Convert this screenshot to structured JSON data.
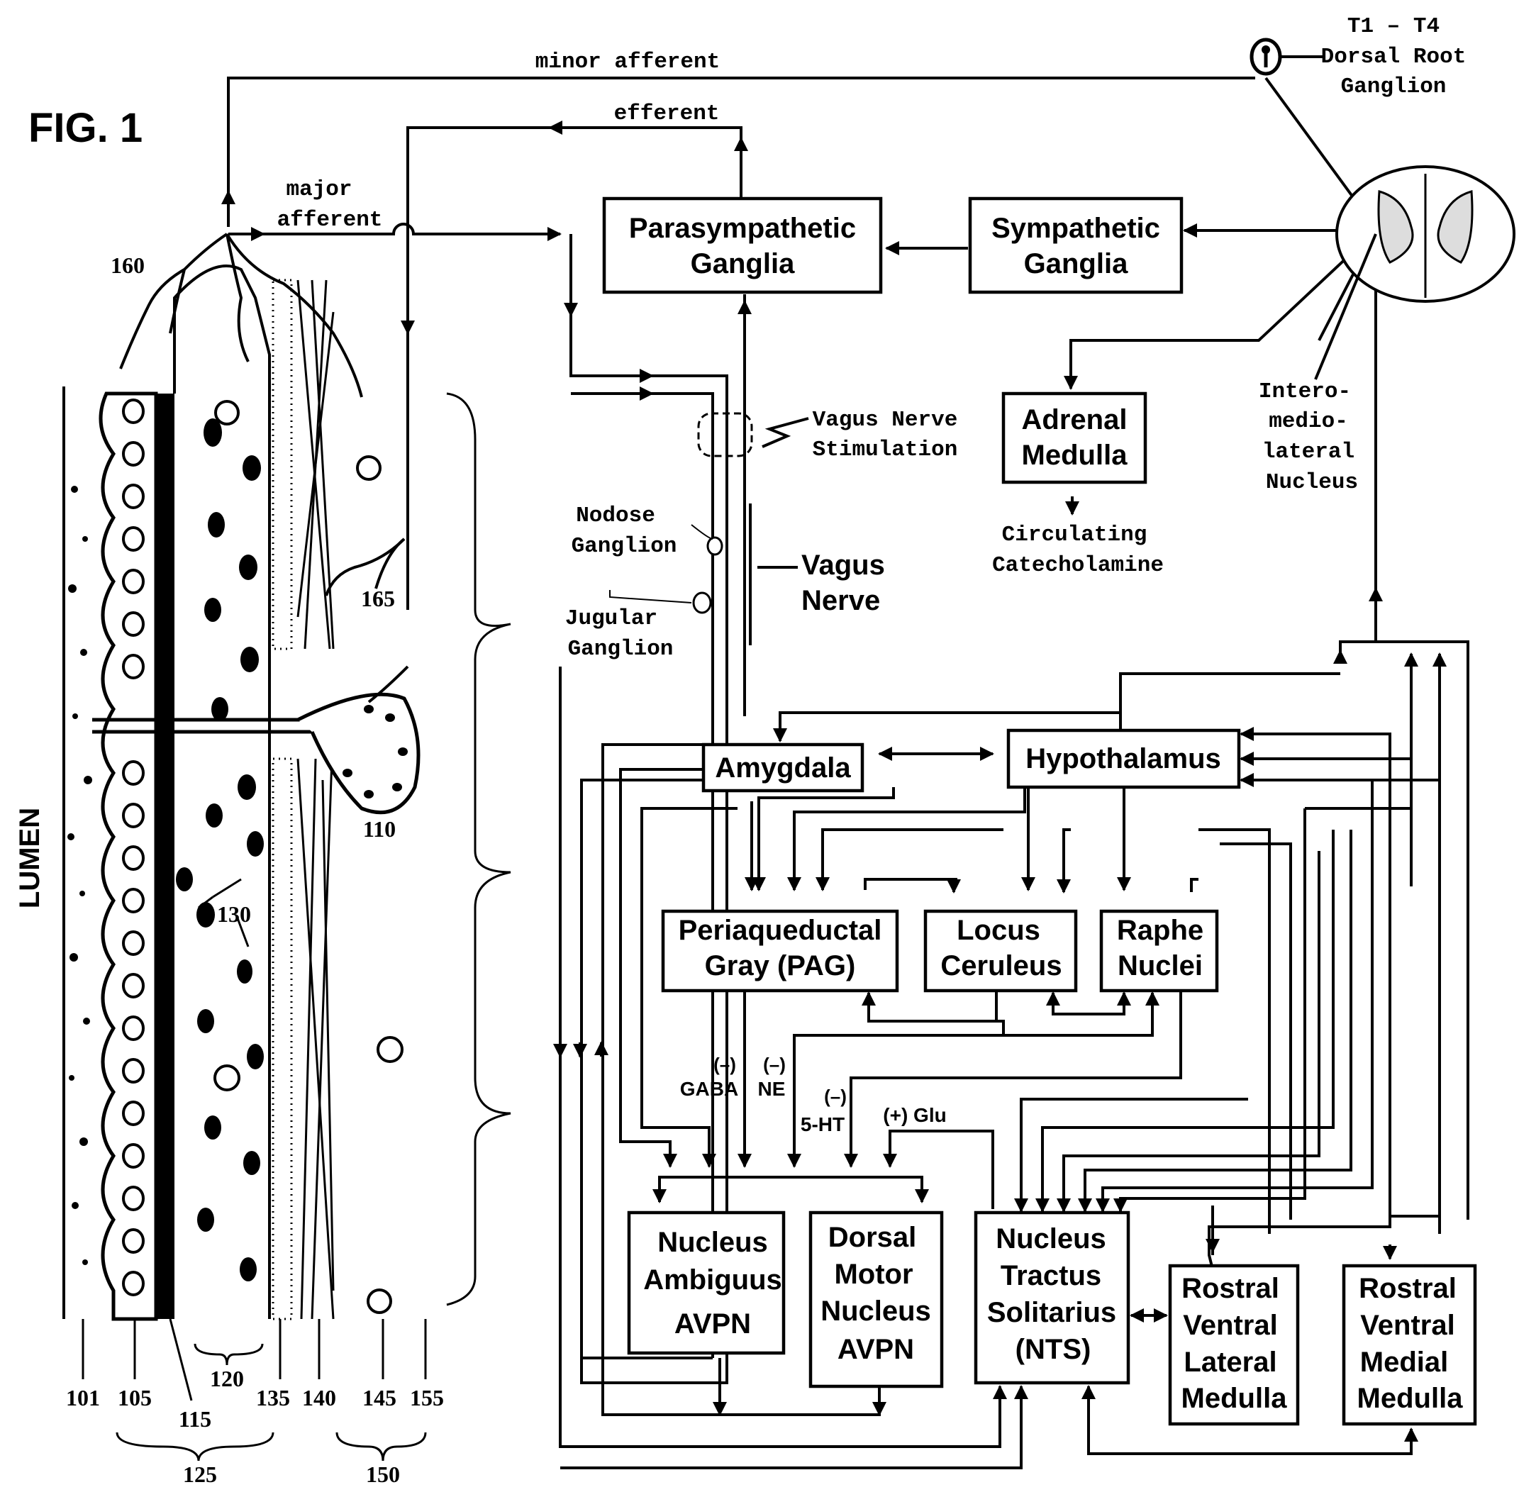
{
  "figure_label": "FIG. 1",
  "lumen_label": "LUMEN",
  "top_labels": {
    "minor_afferent": "minor afferent",
    "efferent": "efferent",
    "major": "major",
    "afferent": "afferent"
  },
  "drg": {
    "line1": "T1 – T4",
    "line2": "Dorsal Root",
    "line3": "Ganglion"
  },
  "iml": {
    "line1": "Intero-",
    "line2": "medio-",
    "line3": "lateral",
    "line4": "Nucleus"
  },
  "vns": {
    "line1": "Vagus Nerve",
    "line2": "Stimulation"
  },
  "nodose": {
    "line1": "Nodose",
    "line2": "Ganglion"
  },
  "jugular": {
    "line1": "Jugular",
    "line2": "Ganglion"
  },
  "vagus": {
    "line1": "Vagus",
    "line2": "Nerve"
  },
  "circulating": {
    "line1": "Circulating",
    "line2": "Catecholamine"
  },
  "boxes": {
    "parasympathetic": {
      "line1": "Parasympathetic",
      "line2": "Ganglia"
    },
    "sympathetic": {
      "line1": "Sympathetic",
      "line2": "Ganglia"
    },
    "adrenal": {
      "line1": "Adrenal",
      "line2": "Medulla"
    },
    "amygdala": {
      "line1": "Amygdala"
    },
    "hypothalamus": {
      "line1": "Hypothalamus"
    },
    "pag": {
      "line1": "Periaqueductal",
      "line2": "Gray (PAG)"
    },
    "locus": {
      "line1": "Locus",
      "line2": "Ceruleus"
    },
    "raphe": {
      "line1": "Raphe",
      "line2": "Nuclei"
    },
    "na": {
      "line1": "Nucleus",
      "line2": "Ambiguus",
      "line3": "AVPN"
    },
    "dmn": {
      "line1": "Dorsal",
      "line2": "Motor",
      "line3": "Nucleus",
      "line4": "AVPN"
    },
    "nts": {
      "line1": "Nucleus",
      "line2": "Tractus",
      "line3": "Solitarius",
      "line4": "(NTS)"
    },
    "rvlm": {
      "line1": "Rostral",
      "line2": "Ventral",
      "line3": "Lateral",
      "line4": "Medulla"
    },
    "rvmm": {
      "line1": "Rostral",
      "line2": "Ventral",
      "line3": "Medial",
      "line4": "Medulla"
    }
  },
  "transmitters": {
    "gaba_sign": "(–)",
    "gaba": "GABA",
    "ne_sign": "(–)",
    "ne": "NE",
    "ht_sign": "(–)",
    "ht": "5-HT",
    "glu": "(+) Glu"
  },
  "refs": {
    "r160": "160",
    "r165": "165",
    "r110": "110",
    "r130": "130",
    "r101": "101",
    "r105": "105",
    "r115": "115",
    "r120": "120",
    "r125": "125",
    "r135": "135",
    "r140": "140",
    "r145": "145",
    "r150": "150",
    "r155": "155"
  }
}
